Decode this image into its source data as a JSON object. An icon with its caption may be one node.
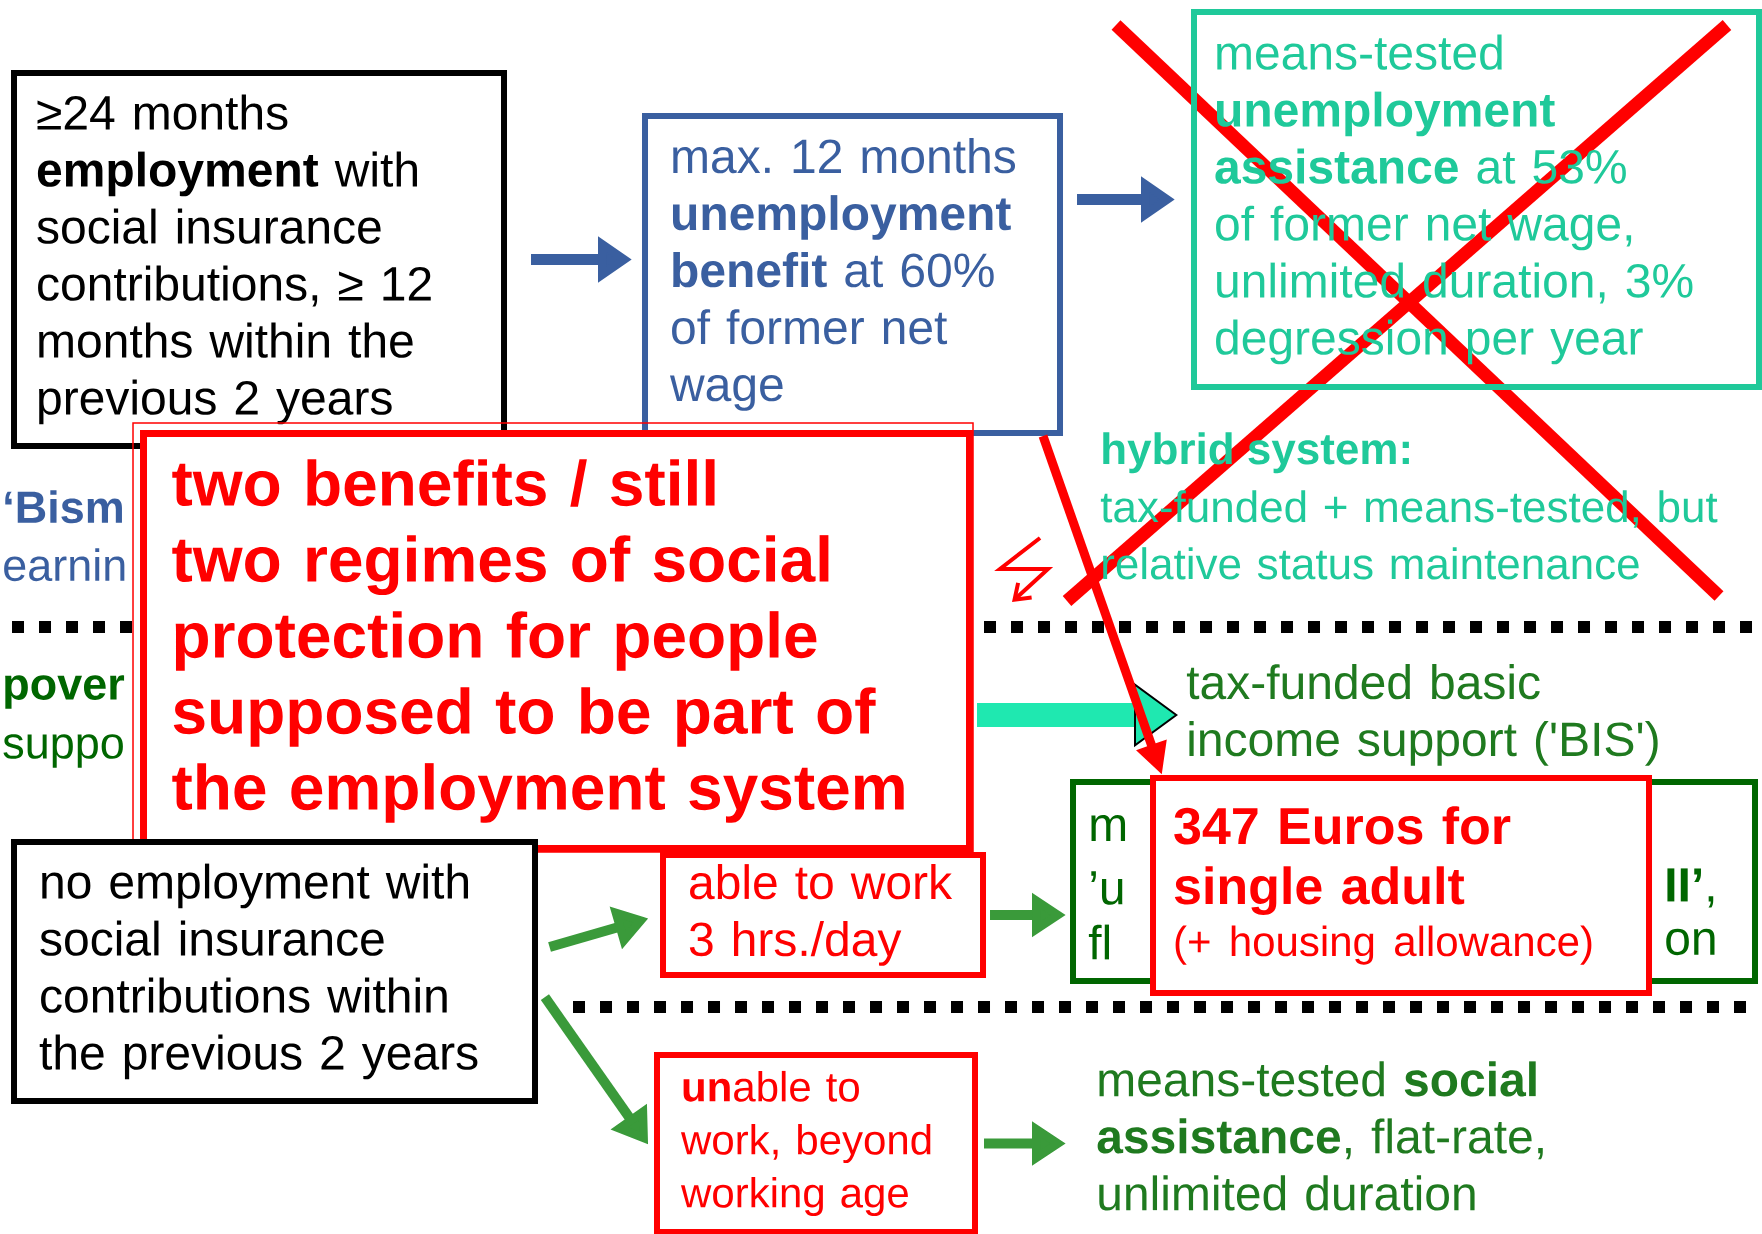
{
  "diagram": {
    "nodes": [
      {
        "text": [
          "≥24 months **employment** with social insurance contributions, ≥ 12 months within the previous 2 years"
        ]
      },
      {
        "text": [
          "max. 12 months **unemployment benefit** at 60% of former net wage"
        ]
      },
      {
        "text": [
          "means-tested **unemployment assistance** at 53% of former net wage, unlimited duration, 3% degression per year"
        ]
      },
      {
        "text": [
          "two benefits / still two regimes of social protection for people supposed to be part of the employment system"
        ]
      },
      {
        "text": [
          "tax-funded basic income support ('BIS')"
        ]
      },
      {
        "text": [
          "m",
          "’u",
          "fl",
          "**II’**,",
          "on"
        ]
      },
      {
        "text": [
          "347 Euros for single adult",
          "(+ housing allowance)"
        ]
      },
      {
        "text": [
          "no employment with social insurance contributions within the previous 2 years"
        ]
      },
      {
        "text": [
          "able to work 3 hrs./day"
        ]
      },
      {
        "text": [
          "**un**able to work, beyond working age"
        ]
      },
      {
        "text": [
          "means-tested **social assistance**, flat-rate, unlimited duration"
        ]
      }
    ],
    "edges": [
      {
        "from": 0,
        "to": 1,
        "arrow": "to",
        "color": "#3a5fa0"
      },
      {
        "from": 1,
        "to": 2,
        "arrow": "to",
        "color": "#3a5fa0"
      },
      {
        "from": 3,
        "to": 4,
        "arrow": "to",
        "color": "#1fe8b0",
        "style": "thick"
      },
      {
        "from": 1,
        "to": 6,
        "arrow": "to",
        "color": "#ff0000"
      },
      {
        "from": 7,
        "to": 8,
        "arrow": "to",
        "color": "#3a9a3a"
      },
      {
        "from": 7,
        "to": 9,
        "arrow": "to",
        "color": "#3a9a3a"
      },
      {
        "from": 8,
        "to": 5,
        "arrow": "to",
        "color": "#3a9a3a"
      },
      {
        "from": 9,
        "to": 10,
        "arrow": "to",
        "color": "#3a9a3a"
      }
    ],
    "labels": [
      "hybrid system:",
      "tax-funded + means-tested, but relative status maintenance",
      "‘Bism",
      "earnin",
      "pover",
      "suppo"
    ]
  }
}
